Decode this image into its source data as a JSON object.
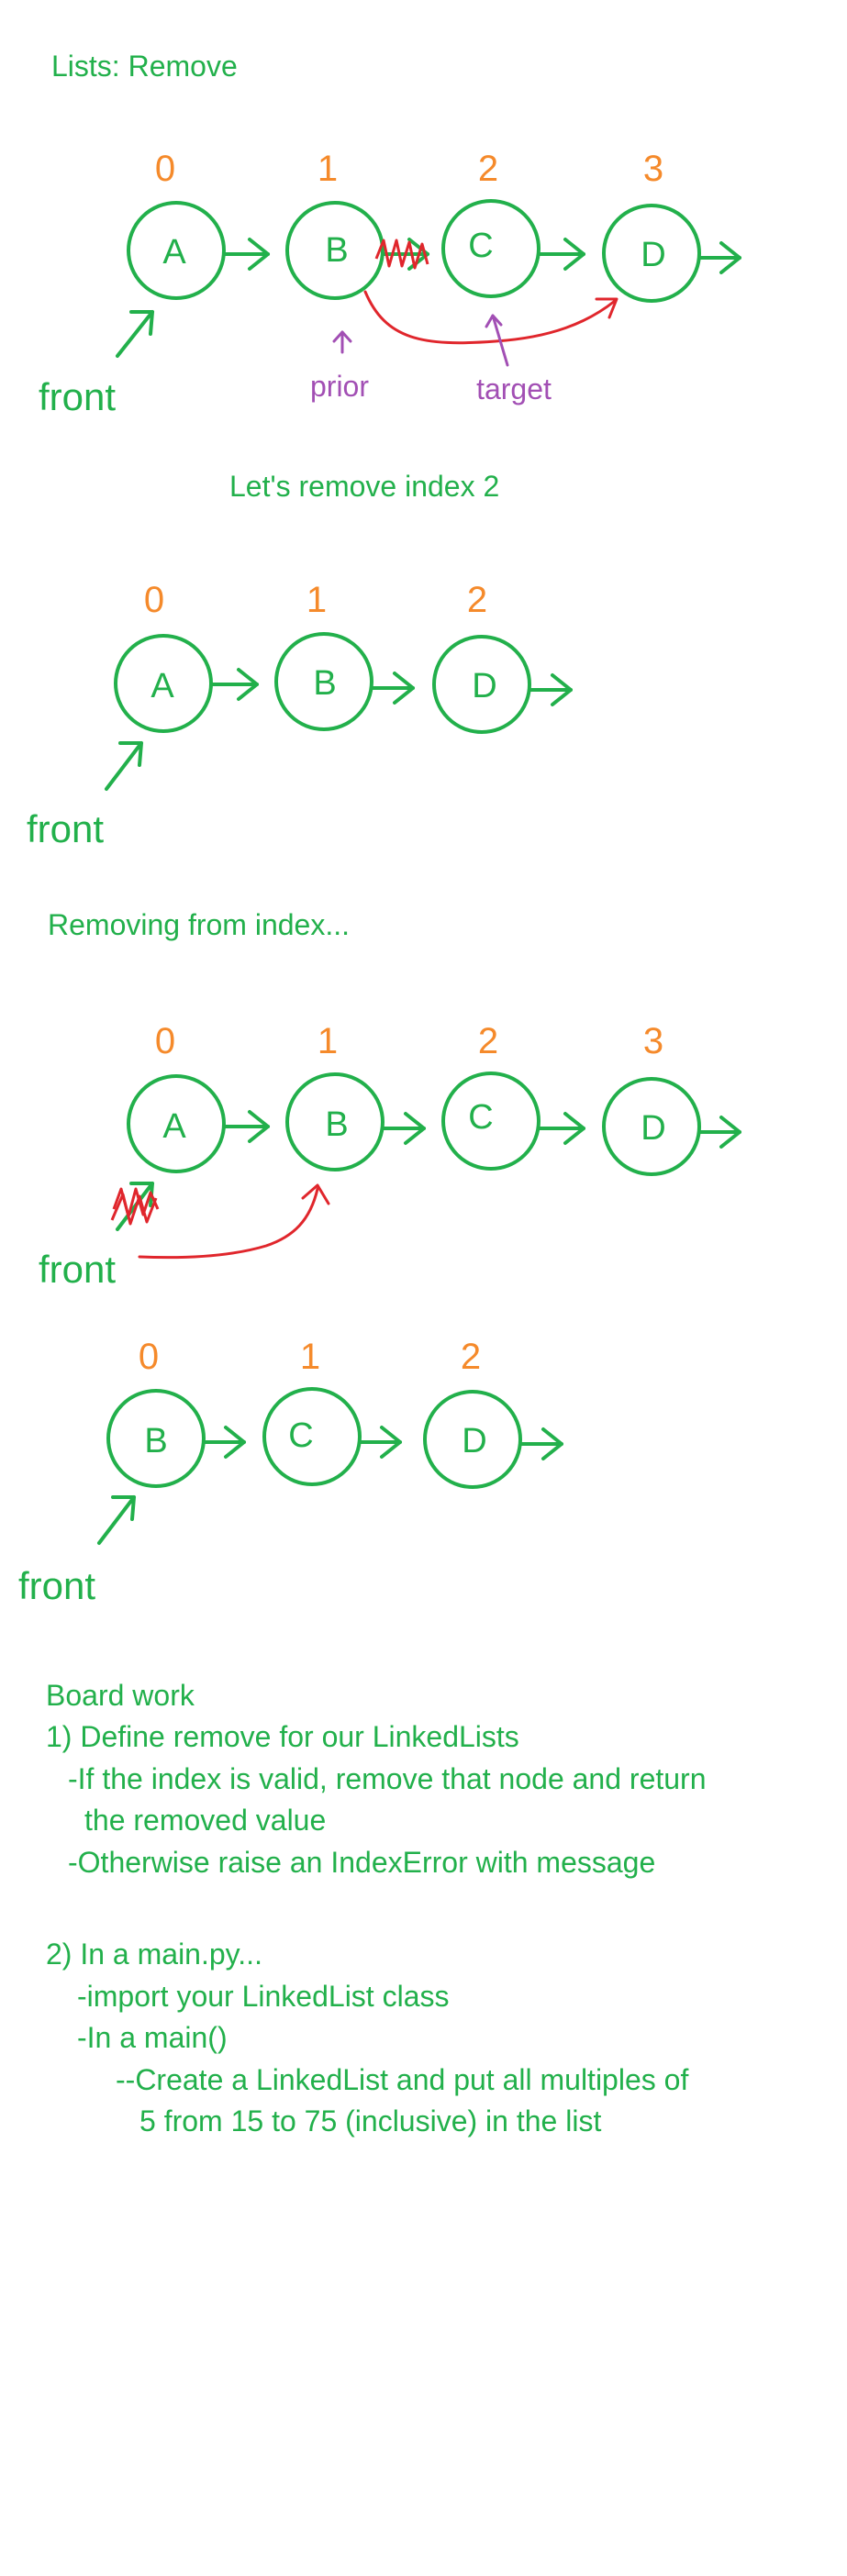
{
  "colors": {
    "ink": "#22b04b",
    "index": "#f58a2b",
    "pointer": "#e0262c",
    "label": "#a24fb4"
  },
  "title": "Lists: Remove",
  "diagram1": {
    "indices": [
      "0",
      "1",
      "2",
      "3"
    ],
    "nodes": [
      "A",
      "B",
      "C",
      "D"
    ],
    "front": "front",
    "prior_label": "prior",
    "target_label": "target"
  },
  "caption1": "Let's remove index 2",
  "diagram2": {
    "indices": [
      "0",
      "1",
      "2"
    ],
    "nodes": [
      "A",
      "B",
      "D"
    ],
    "front": "front"
  },
  "caption2": "Removing from index...",
  "diagram3": {
    "indices": [
      "0",
      "1",
      "2",
      "3"
    ],
    "nodes": [
      "A",
      "B",
      "C",
      "D"
    ],
    "front": "front"
  },
  "diagram4": {
    "indices": [
      "0",
      "1",
      "2"
    ],
    "nodes": [
      "B",
      "C",
      "D"
    ],
    "front": "front"
  },
  "board_work": {
    "heading": "Board work",
    "line1": "1) Define remove for our LinkedLists",
    "line2": "-If the index is valid, remove that node and return",
    "line3": "the removed value",
    "line4": "-Otherwise raise an IndexError with message",
    "line5": "2) In a main.py...",
    "line6": "-import your LinkedList class",
    "line7": "-In a main()",
    "line8": "--Create a LinkedList and put all multiples of",
    "line9": "5 from 15 to 75 (inclusive) in the list"
  }
}
